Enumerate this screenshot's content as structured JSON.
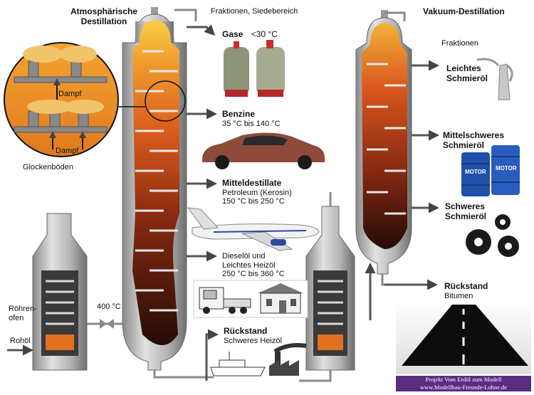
{
  "atmospheric": {
    "title_line1": "Atmosphärische",
    "title_line2": "Destillation",
    "fractions_header": "Fraktionen, Siedebereich"
  },
  "vacuum": {
    "title": "Vakuum-Destillation",
    "fractions_header": "Fraktionen"
  },
  "inset": {
    "steam_top": "Dampf",
    "steam_bottom": "Dampf",
    "caption": "Glockenböden"
  },
  "furnace": {
    "label_line1": "Röhren-",
    "label_line2": "ofen",
    "crude_label": "Rohöl",
    "temperature": "400 °C"
  },
  "atm_fractions": {
    "gase_name": "Gase",
    "gase_range": "<30 °C",
    "benzin_name": "Benzine",
    "benzin_range": "35 °C bis 140 °C",
    "mittel_name": "Mitteldestillate",
    "mittel_sub": "Petroleum (Kerosin)",
    "mittel_range": "150 °C bis 250 °C",
    "diesel_line1": "Dieselöl und",
    "diesel_line2": "Leichtes Heizöl",
    "diesel_range": "250 °C bis 360 °C",
    "rueck_name": "Rückstand",
    "rueck_sub": "Schweres Heizöl"
  },
  "vac_fractions": {
    "leicht_line1": "Leichtes",
    "leicht_line2": "Schmieröl",
    "mittel_line1": "Mittelschweres",
    "mittel_line2": "Schmieröl",
    "schwer_line1": "Schweres",
    "schwer_line2": "Schmieröl",
    "rueck_name": "Rückstand",
    "rueck_sub": "Bitumen"
  },
  "barrel_labels": {
    "left": "MOTOR",
    "right": "MOTOR"
  },
  "footer": {
    "line1": "Projekt Vom Erdöl zum Modell",
    "line2": "www.Modellbau-Freunde-Lohne.de"
  },
  "colors": {
    "column_metal": "#b8b8b8",
    "column_dark": "#7d7d7d",
    "oil_top": "#f6c23a",
    "oil_mid": "#d8501c",
    "oil_bottom": "#2a1008",
    "arrow": "#555555",
    "footer_bg": "#5a2d82"
  }
}
